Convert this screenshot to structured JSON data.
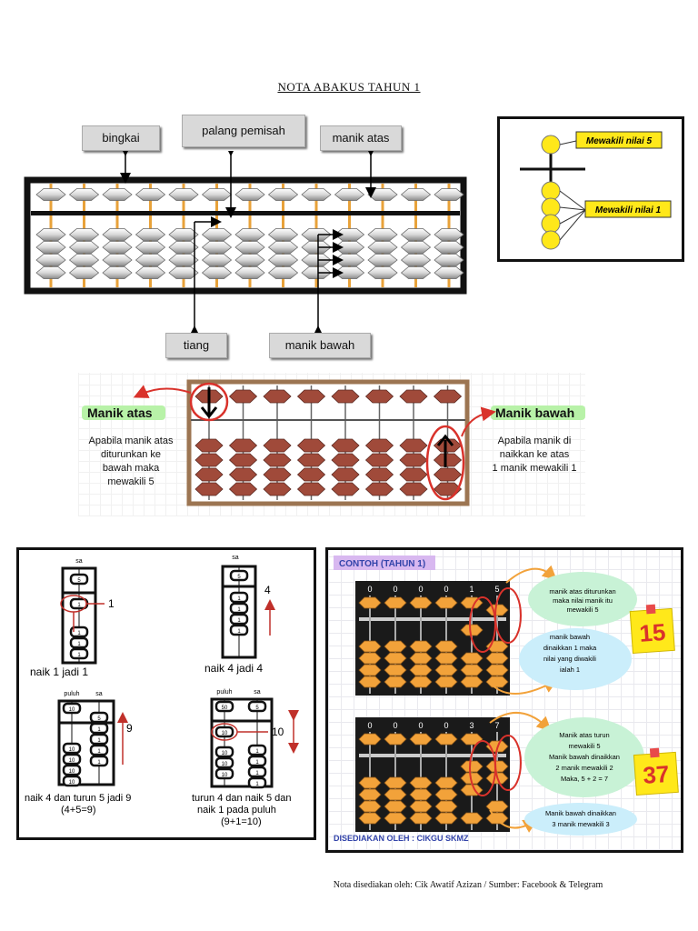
{
  "title": "NOTA ABAKUS TAHUN 1",
  "labels": {
    "bingkai": "bingkai",
    "palang": "palang pemisah",
    "manik_atas": "manik atas",
    "tiang": "tiang",
    "manik_bawah": "manik bawah"
  },
  "legend": {
    "top": "Mewakili nilai 5",
    "bottom": "Mewakili nilai 1"
  },
  "section2": {
    "left_title": "Manik atas",
    "left_text": [
      "Apabila manik atas",
      "diturunkan ke",
      "bawah maka",
      "mewakili 5"
    ],
    "right_title": "Manik bawah",
    "right_text": [
      "Apabila manik di",
      "naikkan ke atas",
      "1 manik mewakili 1"
    ]
  },
  "examples": {
    "sa": "sa",
    "puluh": "puluh",
    "ex1": "naik 1 jadi 1",
    "ex1_num": "1",
    "ex2": "naik 4 jadi 4",
    "ex2_num": "4",
    "ex3_line1": "naik 4 dan turun 5 jadi 9",
    "ex3_line2": "(4+5=9)",
    "ex3_num": "9",
    "ex4_line1": "turun 4 dan naik 5 dan",
    "ex4_line2": "naik 1 pada puluh",
    "ex4_line3": "(9+1=10)",
    "ex4_num": "10"
  },
  "contoh": {
    "header": "CONTOH (TAHUN 1)",
    "digits1": [
      "0",
      "0",
      "0",
      "0",
      "1",
      "5"
    ],
    "digits2": [
      "0",
      "0",
      "0",
      "0",
      "3",
      "7"
    ],
    "note1": [
      "manik atas diturunkan",
      "maka nilai manik itu",
      "mewakili 5"
    ],
    "note2": [
      "manik bawah",
      "dinaikkan 1 maka",
      "nilai yang diwakili",
      "ialah 1"
    ],
    "note3": [
      "Manik atas turun",
      "mewakili 5",
      "Manik bawah dinaikkan",
      "2 manik mewakili 2",
      "Maka, 5 + 2 = 7"
    ],
    "note4": [
      "Manik bawah dinaikkan",
      "3 manik mewakili 3"
    ],
    "num1": "15",
    "num2": "37",
    "footer": "DISEDIAKAN OLEH : CIKGU SKMZ"
  },
  "footer": "Nota disediakan oleh: Cik Awatif Azizan / Sumber: Facebook & Telegram",
  "colors": {
    "bead": "#c77a3a",
    "bead_orange": "#f2a23a",
    "yellow": "#ffe81a",
    "red": "#d9322b"
  }
}
